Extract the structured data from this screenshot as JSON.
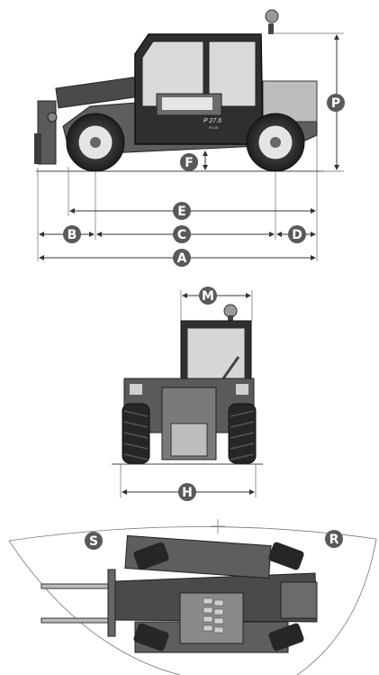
{
  "labels": {
    "A": "A",
    "B": "B",
    "C": "C",
    "D": "D",
    "E": "E",
    "F": "F",
    "P": "P",
    "M": "M",
    "H": "H",
    "S": "S",
    "R": "R"
  },
  "model": {
    "name": "P 27.6",
    "sub": "PLUS"
  },
  "colors": {
    "badge": "#595959",
    "line": "#333333",
    "body_dark": "#2f2f2f",
    "body_mid": "#6b6b6b",
    "body_light": "#bdbdbd",
    "glass": "#d9d9d9"
  }
}
